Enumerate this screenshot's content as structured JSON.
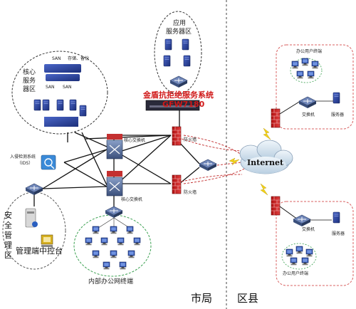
{
  "diagram": {
    "app_zone": {
      "label_line1": "应用",
      "label_line2": "服务器区"
    },
    "core_zone": {
      "label": [
        "核",
        "心",
        "服",
        "务",
        "器",
        "区"
      ],
      "san_top": "SAN",
      "storage_note": "存储、备份",
      "san_mid": "SAN",
      "san_mid2": "SAN"
    },
    "product": {
      "name": "金盾抗拒绝服务系统",
      "model": "GFW7180"
    },
    "core_switch_top": "核心交换机",
    "core_switch_bottom": "核心交换机",
    "firewall_top": "防火墙",
    "firewall_bottom": "防火墙",
    "ids": {
      "line1": "入侵检测系统",
      "line2": "（IDS）"
    },
    "security_zone": {
      "label": [
        "安",
        "全",
        "管",
        "理",
        "区"
      ],
      "platform": "管理端中控台"
    },
    "office_net": "内部办公网终端",
    "internet": "Internet",
    "city_label": "市局",
    "county_label": "区县",
    "county_top": {
      "terminals": "办公用户终端",
      "switch": "交换机",
      "server": "服务器"
    },
    "county_bottom": {
      "terminals": "办公用户终端",
      "switch": "交换机",
      "server": "服务器"
    }
  }
}
